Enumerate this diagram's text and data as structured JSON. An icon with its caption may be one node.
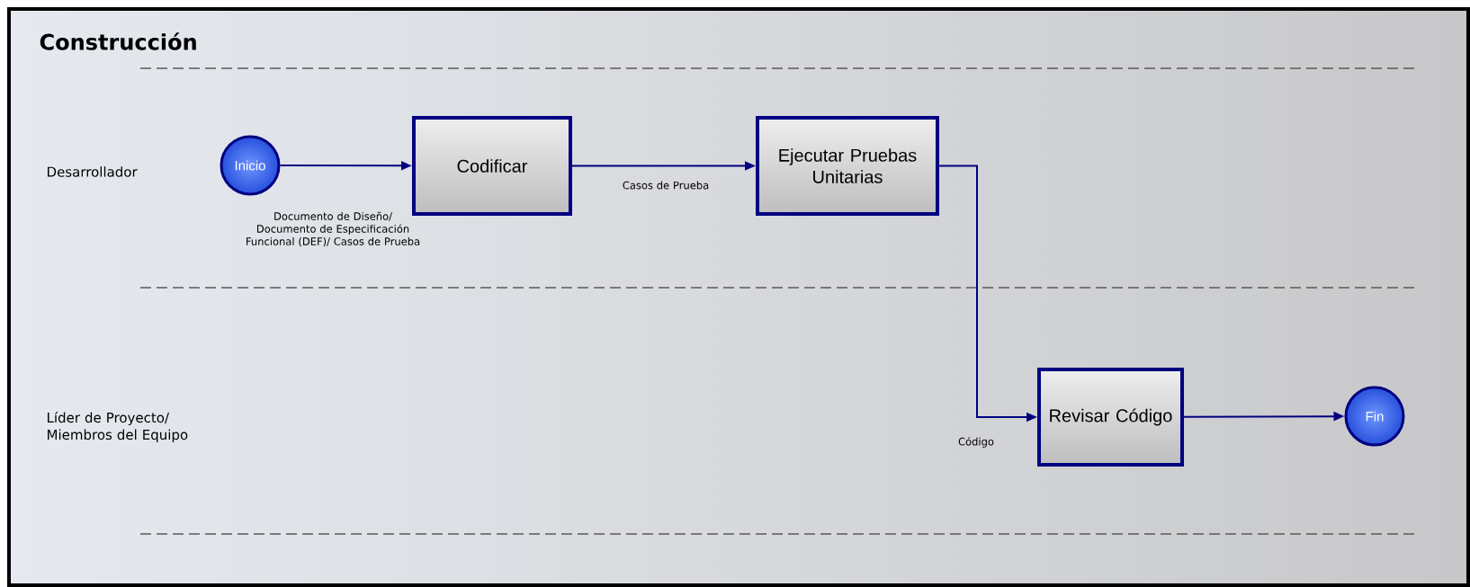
{
  "diagram": {
    "title": "Construcción",
    "nodes": [
      {
        "text": [
          "Inicio"
        ]
      },
      {
        "text": [
          "Codificar"
        ]
      },
      {
        "text": [
          "Ejecutar Pruebas Unitarias"
        ]
      },
      {
        "text": [
          "Revisar Código"
        ]
      },
      {
        "text": [
          "Fin"
        ]
      }
    ],
    "edges": [
      {
        "from": 0,
        "to": 1,
        "arrow": "to",
        "label": "Documento de Diseño/ Documento de Especificación Funcional (DEF)/ Casos de Prueba"
      },
      {
        "from": 1,
        "to": 2,
        "arrow": "to",
        "label": "Casos de Prueba"
      },
      {
        "from": 2,
        "to": 3,
        "arrow": "to",
        "label": "Código"
      },
      {
        "from": 3,
        "to": 4,
        "arrow": "to"
      }
    ],
    "labels": [
      "Desarrollador",
      "Líder de Proyecto/ Miembros del Equipo"
    ]
  }
}
